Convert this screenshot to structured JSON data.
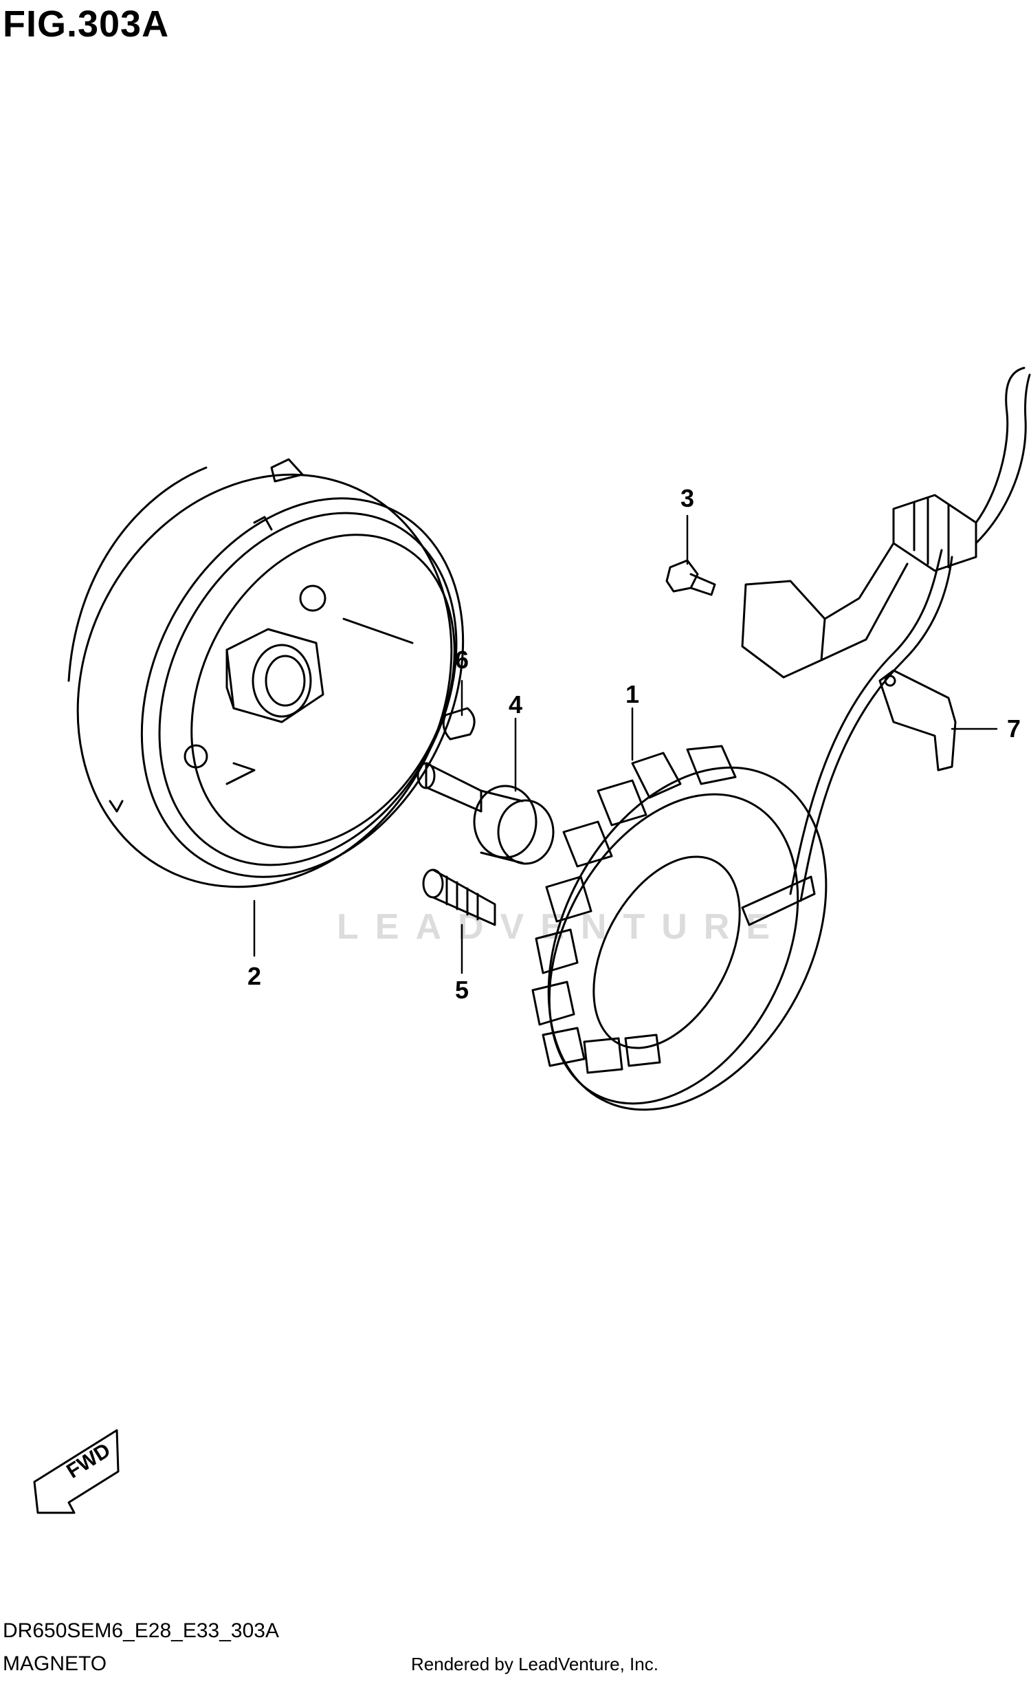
{
  "figure": {
    "title": "FIG.303A",
    "model_code": "DR650SEM6_E28_E33_303A",
    "section_name": "MAGNETO",
    "credit": "Rendered by LeadVenture, Inc.",
    "watermark": "LEADVENTURE"
  },
  "callouts": [
    "1",
    "2",
    "3",
    "4",
    "5",
    "6",
    "7"
  ],
  "fwd_indicator": {
    "label": "FWD",
    "icon": "fwd-arrow-icon"
  },
  "parts": [
    {
      "ref": "1",
      "icon": "stator-coil-icon"
    },
    {
      "ref": "2",
      "icon": "rotor-flywheel-icon"
    },
    {
      "ref": "3",
      "icon": "bolt-icon"
    },
    {
      "ref": "4",
      "icon": "starter-clutch-bolt-icon"
    },
    {
      "ref": "5",
      "icon": "screw-icon"
    },
    {
      "ref": "6",
      "icon": "key-icon"
    },
    {
      "ref": "7",
      "icon": "clamp-icon"
    }
  ],
  "colors": {
    "line": "#000000",
    "background": "#ffffff",
    "watermark": "#dcdcdc"
  }
}
